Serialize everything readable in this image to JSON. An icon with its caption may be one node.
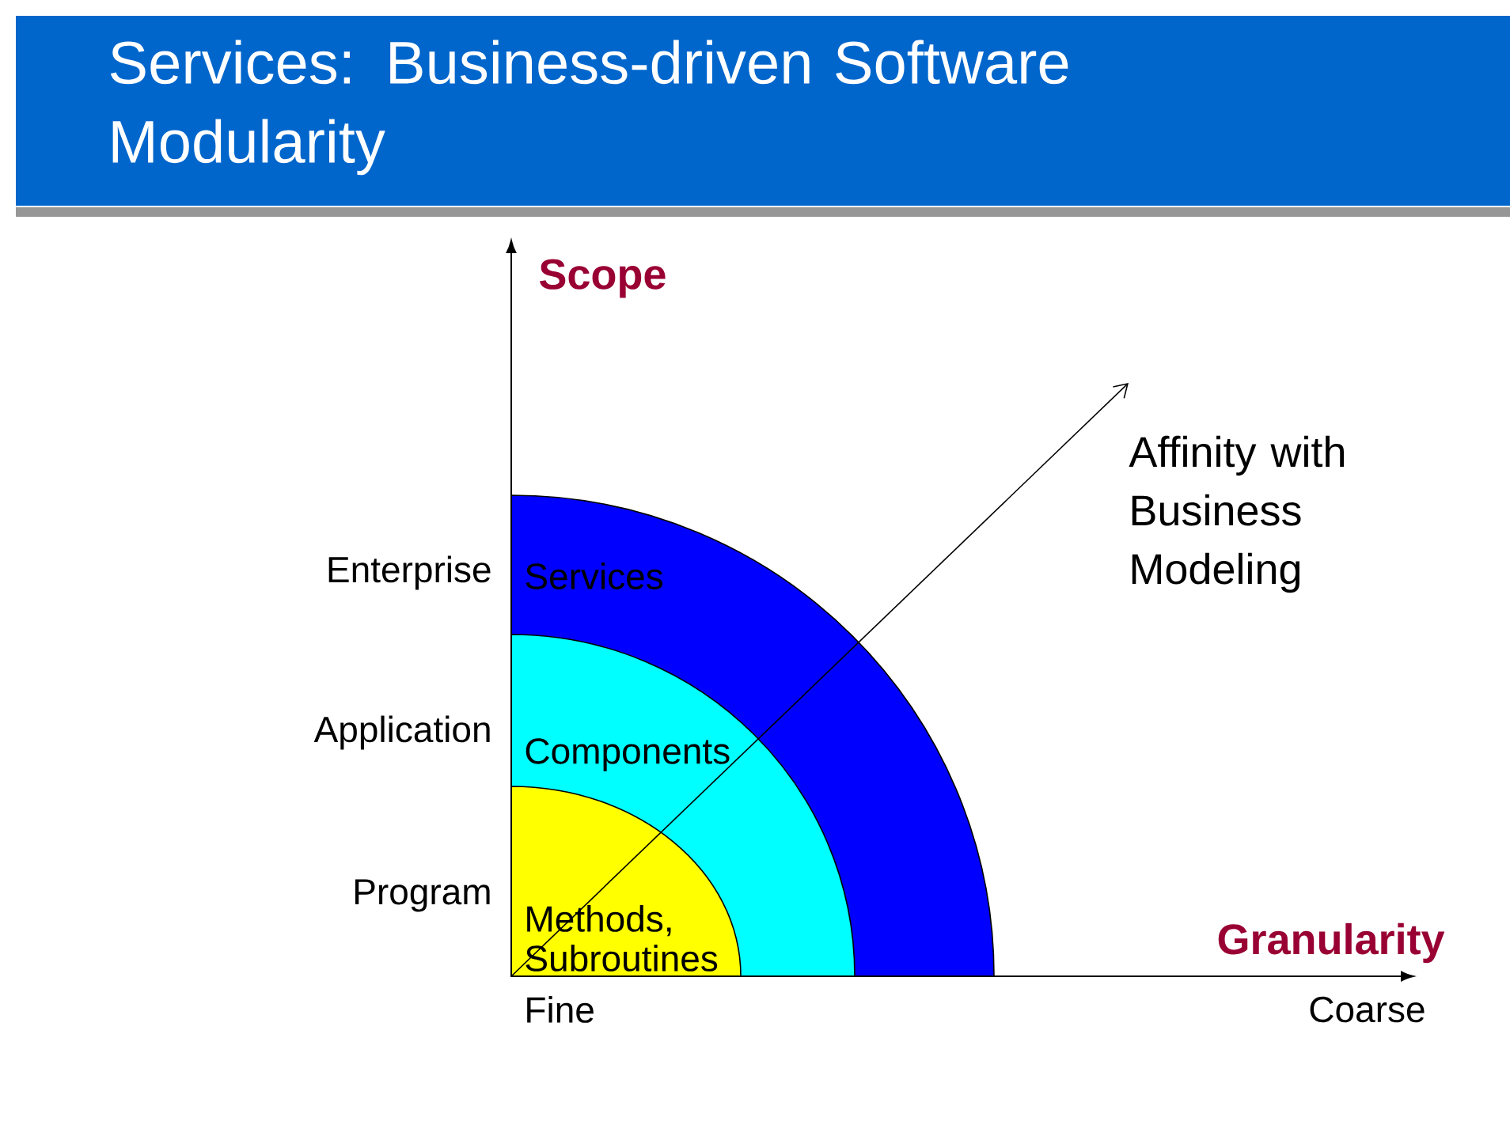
{
  "diagram": {
    "title": "Services: Business-driven Software Modularity",
    "nodes": [
      {
        "text": [
          "Services"
        ]
      },
      {
        "text": [
          "Components"
        ],
        "in": 0
      },
      {
        "text": [
          "Methods, Subroutines"
        ],
        "in": 1
      }
    ],
    "labels": [
      "Scope",
      "Enterprise",
      "Application",
      "Program",
      "Affinity with Business Modeling",
      "Granularity",
      "Fine",
      "Coarse"
    ]
  }
}
